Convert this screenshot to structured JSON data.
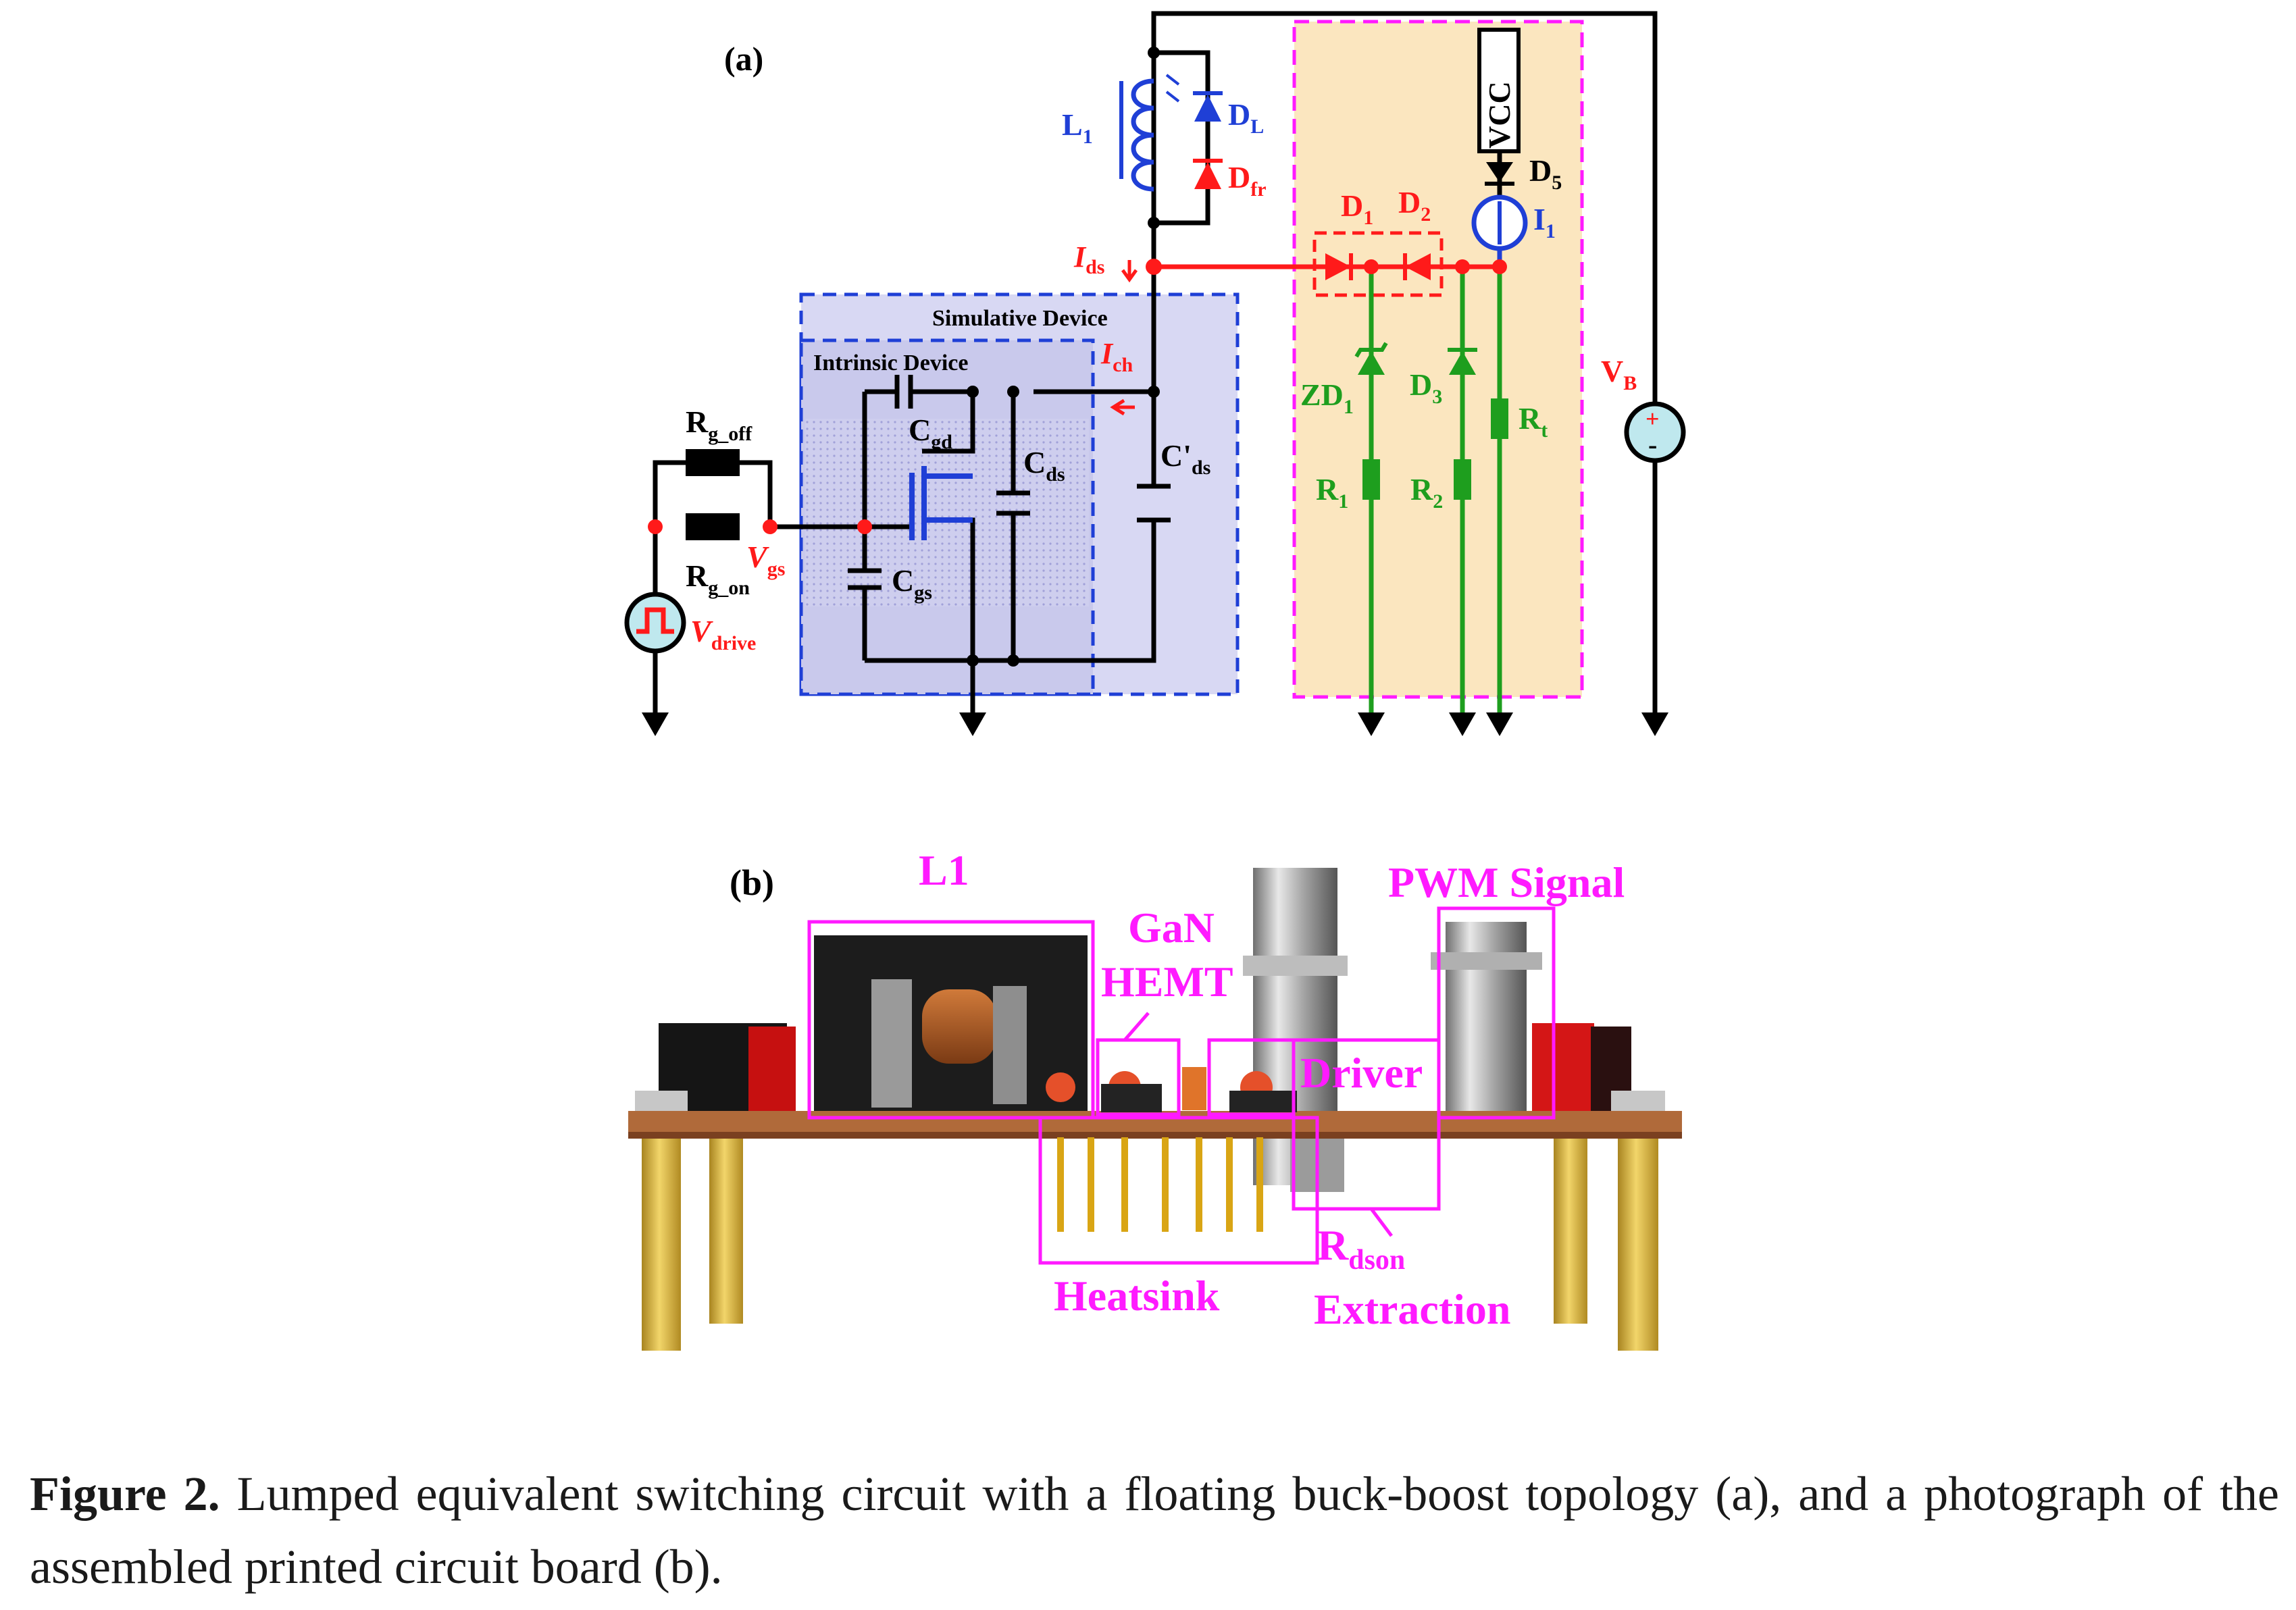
{
  "panel_a": {
    "panel_label": "(a)",
    "simulative_device_label": "Simulative Device",
    "intrinsic_device_label": "Intrinsic Device",
    "components": {
      "inductor": {
        "main": "L",
        "sub": "1"
      },
      "led_diode": {
        "main": "D",
        "sub": "L"
      },
      "freewheel_diode": {
        "main": "D",
        "sub": "fr"
      },
      "clamp_diode_1": {
        "main": "D",
        "sub": "1"
      },
      "clamp_diode_2": {
        "main": "D",
        "sub": "2"
      },
      "diode_5": {
        "main": "D",
        "sub": "5"
      },
      "current_source": {
        "main": "I",
        "sub": "1"
      },
      "vcc_supply": "VCC",
      "zener_diode": {
        "main": "ZD",
        "sub": "1"
      },
      "diode_3": {
        "main": "D",
        "sub": "3"
      },
      "resistor_t": {
        "main": "R",
        "sub": "t"
      },
      "resistor_1": {
        "main": "R",
        "sub": "1"
      },
      "resistor_2": {
        "main": "R",
        "sub": "2"
      },
      "bus_voltage": {
        "main": "V",
        "sub": "B"
      },
      "ids_current": {
        "main": "I",
        "sub": "ds"
      },
      "ich_current": {
        "main": "I",
        "sub": "ch"
      },
      "cgd": {
        "main": "C",
        "sub": "gd"
      },
      "cds": {
        "main": "C",
        "sub": "ds"
      },
      "cds_prime": {
        "main": "C'",
        "sub": "ds"
      },
      "cgs": {
        "main": "C",
        "sub": "gs"
      },
      "rg_off": {
        "main": "R",
        "sub": "g_off"
      },
      "rg_on": {
        "main": "R",
        "sub": "g_on"
      },
      "vgs": {
        "main": "V",
        "sub": "gs"
      },
      "vdrive": {
        "main": "V",
        "sub": "drive"
      }
    }
  },
  "panel_b": {
    "panel_label": "(b)",
    "labels": {
      "l1": "L1",
      "gan_line1": "GaN",
      "gan_line2": "HEMT",
      "pwm": "PWM Signal",
      "driver": "Driver",
      "heatsink": "Heatsink",
      "rdson": {
        "main": "R",
        "sub": "dson"
      },
      "extraction": "Extraction"
    }
  },
  "caption": {
    "label": "Figure 2.",
    "text": " Lumped equivalent switching circuit with a floating buck-boost topology (a), and a photograph of the assembled printed circuit board (b)."
  },
  "colors": {
    "wire": "#000000",
    "blue": "#1f3fd6",
    "red": "#ff1a1a",
    "green": "#1e9e1e",
    "magenta": "#ff1aff",
    "yellow_bg": "#fbe6bf",
    "blue_bg": "#c9c9ec"
  }
}
